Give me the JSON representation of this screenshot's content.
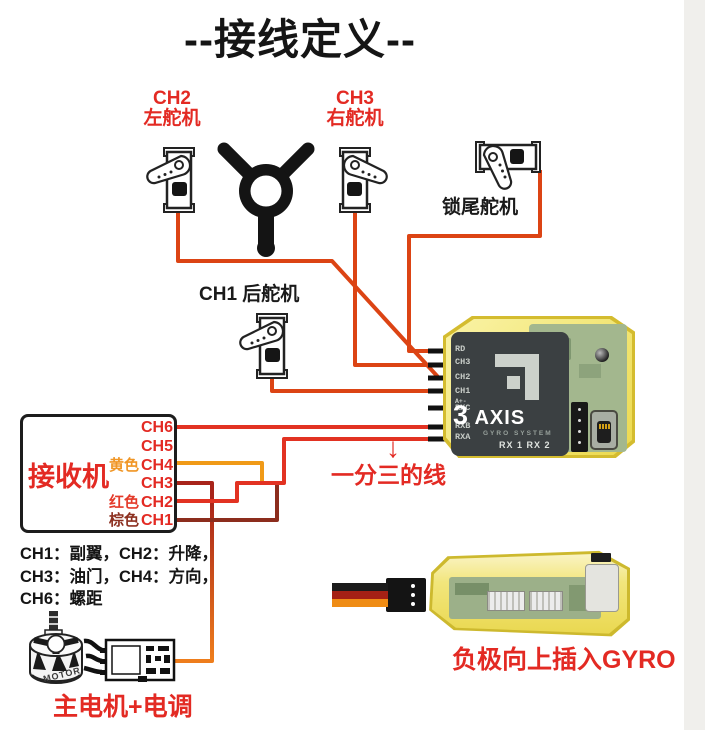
{
  "title": "--接线定义--",
  "servos": {
    "left": {
      "channel": "CH2",
      "name": "左舵机"
    },
    "right": {
      "channel": "CH3",
      "name": "右舵机"
    },
    "tail": {
      "name": "锁尾舵机"
    },
    "rear": {
      "name": "CH1 后舵机"
    }
  },
  "receiver": {
    "title": "接收机",
    "channels": [
      "CH6",
      "CH5",
      "CH4",
      "CH3",
      "CH2",
      "CH1"
    ],
    "wire_colors": [
      {
        "label": "黄色",
        "channel": "CH4",
        "hex": "#f09a18"
      },
      {
        "label": "红色",
        "channel": "CH2",
        "hex": "#e23222"
      },
      {
        "label": "棕色",
        "channel": "CH1",
        "hex": "#8c2d1d"
      }
    ]
  },
  "channel_definitions": {
    "line1": "CH1：副翼，CH2：升降，",
    "line2": "CH3：油门，CH4：方向，",
    "line3": "CH6：螺距"
  },
  "gyro": {
    "pins": [
      "RD",
      "CH3",
      "CH2",
      "CH1",
      "A+-",
      "RXC",
      "RXB",
      "RXA"
    ],
    "model_num": "3",
    "model_word": "AXIS",
    "subtitle": "GYRO SYSTEM",
    "ports": "RX 1  RX 2"
  },
  "annotations": {
    "splitter_arrow": "↓",
    "splitter": "一分三的线",
    "insert": "负极向上插入GYRO",
    "motor": "主电机+电调",
    "motor_text": "MOTOR"
  }
}
